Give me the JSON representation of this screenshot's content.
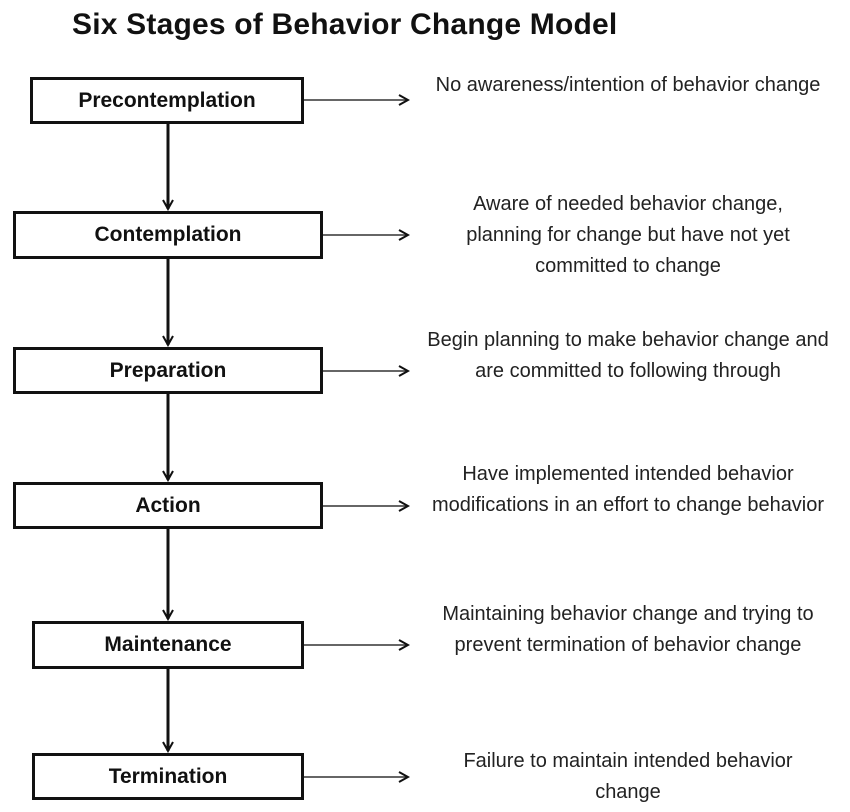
{
  "title": "Six Stages of Behavior Change Model",
  "stages": [
    {
      "label": "Precontemplation",
      "description": "No awareness/intention of behavior change"
    },
    {
      "label": "Contemplation",
      "description": "Aware of needed behavior change, planning for change but have not yet committed to change"
    },
    {
      "label": "Preparation",
      "description": "Begin planning to make behavior change and are committed to following through"
    },
    {
      "label": "Action",
      "description": "Have implemented intended behavior modifications in an effort to change behavior"
    },
    {
      "label": "Maintenance",
      "description": "Maintaining behavior change and trying to prevent termination of behavior change"
    },
    {
      "label": "Termination",
      "description": "Failure to maintain intended behavior change"
    }
  ]
}
